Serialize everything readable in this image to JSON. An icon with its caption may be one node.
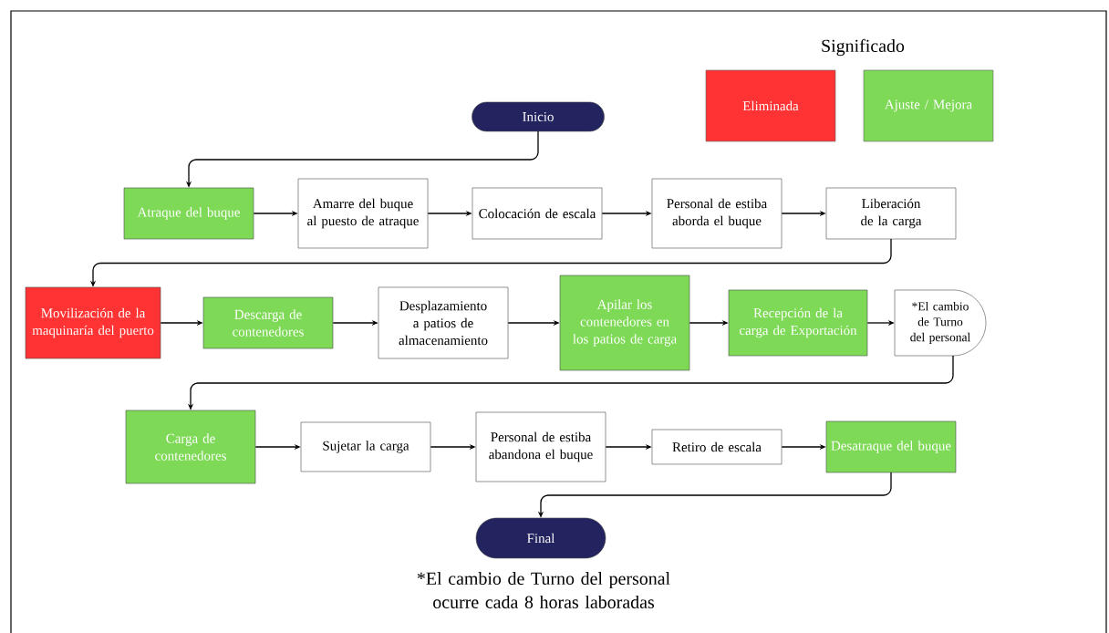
{
  "diagram": {
    "caption": "*El cambio de Turno del personal ocurre cada 8 horas laboradas",
    "nodes": [
      {
        "text": [
          "Inicio"
        ]
      },
      {
        "text": [
          "Atraque del buque"
        ]
      },
      {
        "text": [
          "Amarre del buque al puesto de atraque"
        ]
      },
      {
        "text": [
          "Colocación de escala"
        ]
      },
      {
        "text": [
          "Personal de estiba aborda el buque"
        ]
      },
      {
        "text": [
          "Liberación de la carga"
        ]
      },
      {
        "text": [
          "Movilización de la maquinaría del puerto"
        ]
      },
      {
        "text": [
          "Descarga de contenedores"
        ]
      },
      {
        "text": [
          "Desplazamiento a patios de almacenamiento"
        ]
      },
      {
        "text": [
          "Apilar los contenedores en los patios de carga"
        ]
      },
      {
        "text": [
          "Recepción de la carga de Exportación"
        ]
      },
      {
        "text": [
          "*El cambio de Turno del personal"
        ]
      },
      {
        "text": [
          "Carga de contenedores"
        ]
      },
      {
        "text": [
          "Sujetar la carga"
        ]
      },
      {
        "text": [
          "Personal de estiba abandona el buque"
        ]
      },
      {
        "text": [
          "Retiro de escala"
        ]
      },
      {
        "text": [
          "Desatraque del buque"
        ]
      },
      {
        "text": [
          "Final"
        ]
      }
    ],
    "edges": [
      {
        "from": 0,
        "to": 1,
        "arrow": "to"
      },
      {
        "from": 1,
        "to": 2,
        "arrow": "to"
      },
      {
        "from": 2,
        "to": 3,
        "arrow": "to"
      },
      {
        "from": 3,
        "to": 4,
        "arrow": "to"
      },
      {
        "from": 4,
        "to": 5,
        "arrow": "to"
      },
      {
        "from": 5,
        "to": 6,
        "arrow": "to"
      },
      {
        "from": 6,
        "to": 7,
        "arrow": "to"
      },
      {
        "from": 7,
        "to": 8,
        "arrow": "to"
      },
      {
        "from": 8,
        "to": 9,
        "arrow": "to"
      },
      {
        "from": 9,
        "to": 10,
        "arrow": "to"
      },
      {
        "from": 10,
        "to": 11,
        "arrow": "to"
      },
      {
        "from": 11,
        "to": 12,
        "arrow": "to"
      },
      {
        "from": 12,
        "to": 13,
        "arrow": "to"
      },
      {
        "from": 13,
        "to": 14,
        "arrow": "to"
      },
      {
        "from": 14,
        "to": 15,
        "arrow": "to"
      },
      {
        "from": 15,
        "to": 16,
        "arrow": "to"
      },
      {
        "from": 16,
        "to": 17,
        "arrow": "to"
      }
    ],
    "labels": [
      "Significado"
    ],
    "legend": [
      {
        "text": "Eliminada",
        "color": "#ff3333"
      },
      {
        "text": "Ajuste / Mejora",
        "color": "#7ed957"
      }
    ]
  }
}
